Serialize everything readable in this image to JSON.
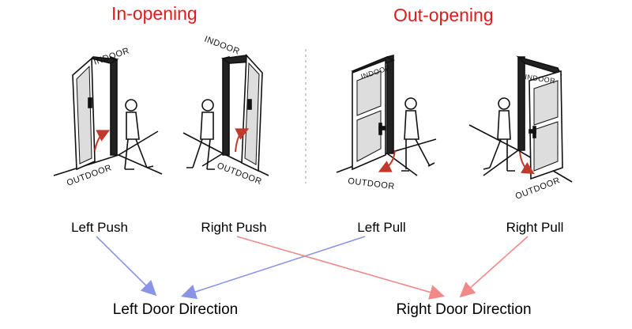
{
  "headings": {
    "in_opening": "In-opening",
    "out_opening": "Out-opening"
  },
  "scenes": [
    {
      "indoor": "INDOOR",
      "outdoor": "OUTDOOR"
    },
    {
      "indoor": "INDOOR",
      "outdoor": "OUTDOOR"
    },
    {
      "indoor": "INDOOR",
      "outdoor": "OUTDOOR"
    },
    {
      "indoor": "INDOOR",
      "outdoor": "OUTDOOR"
    }
  ],
  "labels": {
    "left_push": "Left Push",
    "right_push": "Right Push",
    "left_pull": "Left Pull",
    "right_pull": "Right Pull"
  },
  "targets": {
    "left_door": "Left Door Direction",
    "right_door": "Right Door Direction"
  },
  "colors": {
    "heading": "#e01b1b",
    "arrow_left": "#8a94e6",
    "arrow_right": "#f08a8a",
    "swing_arrow": "#c0392b"
  }
}
